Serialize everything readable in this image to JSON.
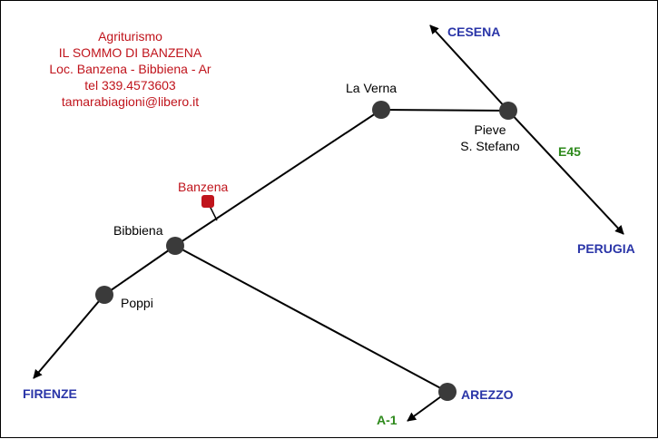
{
  "info": {
    "line1": "Agriturismo",
    "line2": "IL SOMMO DI BANZENA",
    "line3": "Loc. Banzena - Bibbiena - Ar",
    "line4": "tel 339.4573603",
    "line5": "tamarabiagioni@libero.it"
  },
  "places": {
    "la_verna": "La Verna",
    "pieve_line1": "Pieve",
    "pieve_line2": "S. Stefano",
    "banzena": "Banzena",
    "bibbiena": "Bibbiena",
    "poppi": "Poppi"
  },
  "destinations": {
    "cesena": "CESENA",
    "perugia": "PERUGIA",
    "firenze": "FIRENZE",
    "arezzo": "AREZZO"
  },
  "roads": {
    "e45": "E45",
    "a1": "A-1"
  },
  "colors": {
    "info_text": "#c0141c",
    "banzena": "#c0141c",
    "destination": "#2a35a8",
    "road": "#2e8a1c",
    "town": "#000000",
    "node": "#3a3a3a",
    "line": "#000000"
  }
}
